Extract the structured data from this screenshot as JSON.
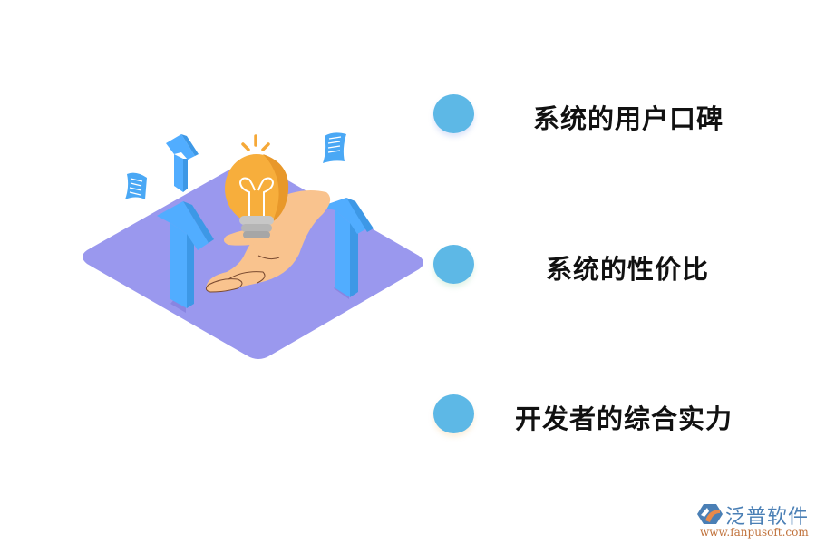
{
  "items": [
    {
      "label": "系统的用户口碑",
      "dot_color": "#5db8e6"
    },
    {
      "label": "系统的性价比",
      "dot_color": "#5db8e6"
    },
    {
      "label": "开发者的综合实力",
      "dot_color": "#5db8e6"
    }
  ],
  "illustration": {
    "icons": [
      "isometric-platform",
      "lightbulb-icon",
      "hand-icon",
      "arrow-up-icon",
      "document-icon"
    ],
    "colors": {
      "platform": "#9a98ee",
      "arrow": "#4aa8f5",
      "bulb": "#f5a838",
      "hand": "#f9c38e",
      "paper": "#4aa8f5"
    }
  },
  "logo": {
    "name": "泛普软件",
    "url": "www.fanpusoft.com"
  }
}
